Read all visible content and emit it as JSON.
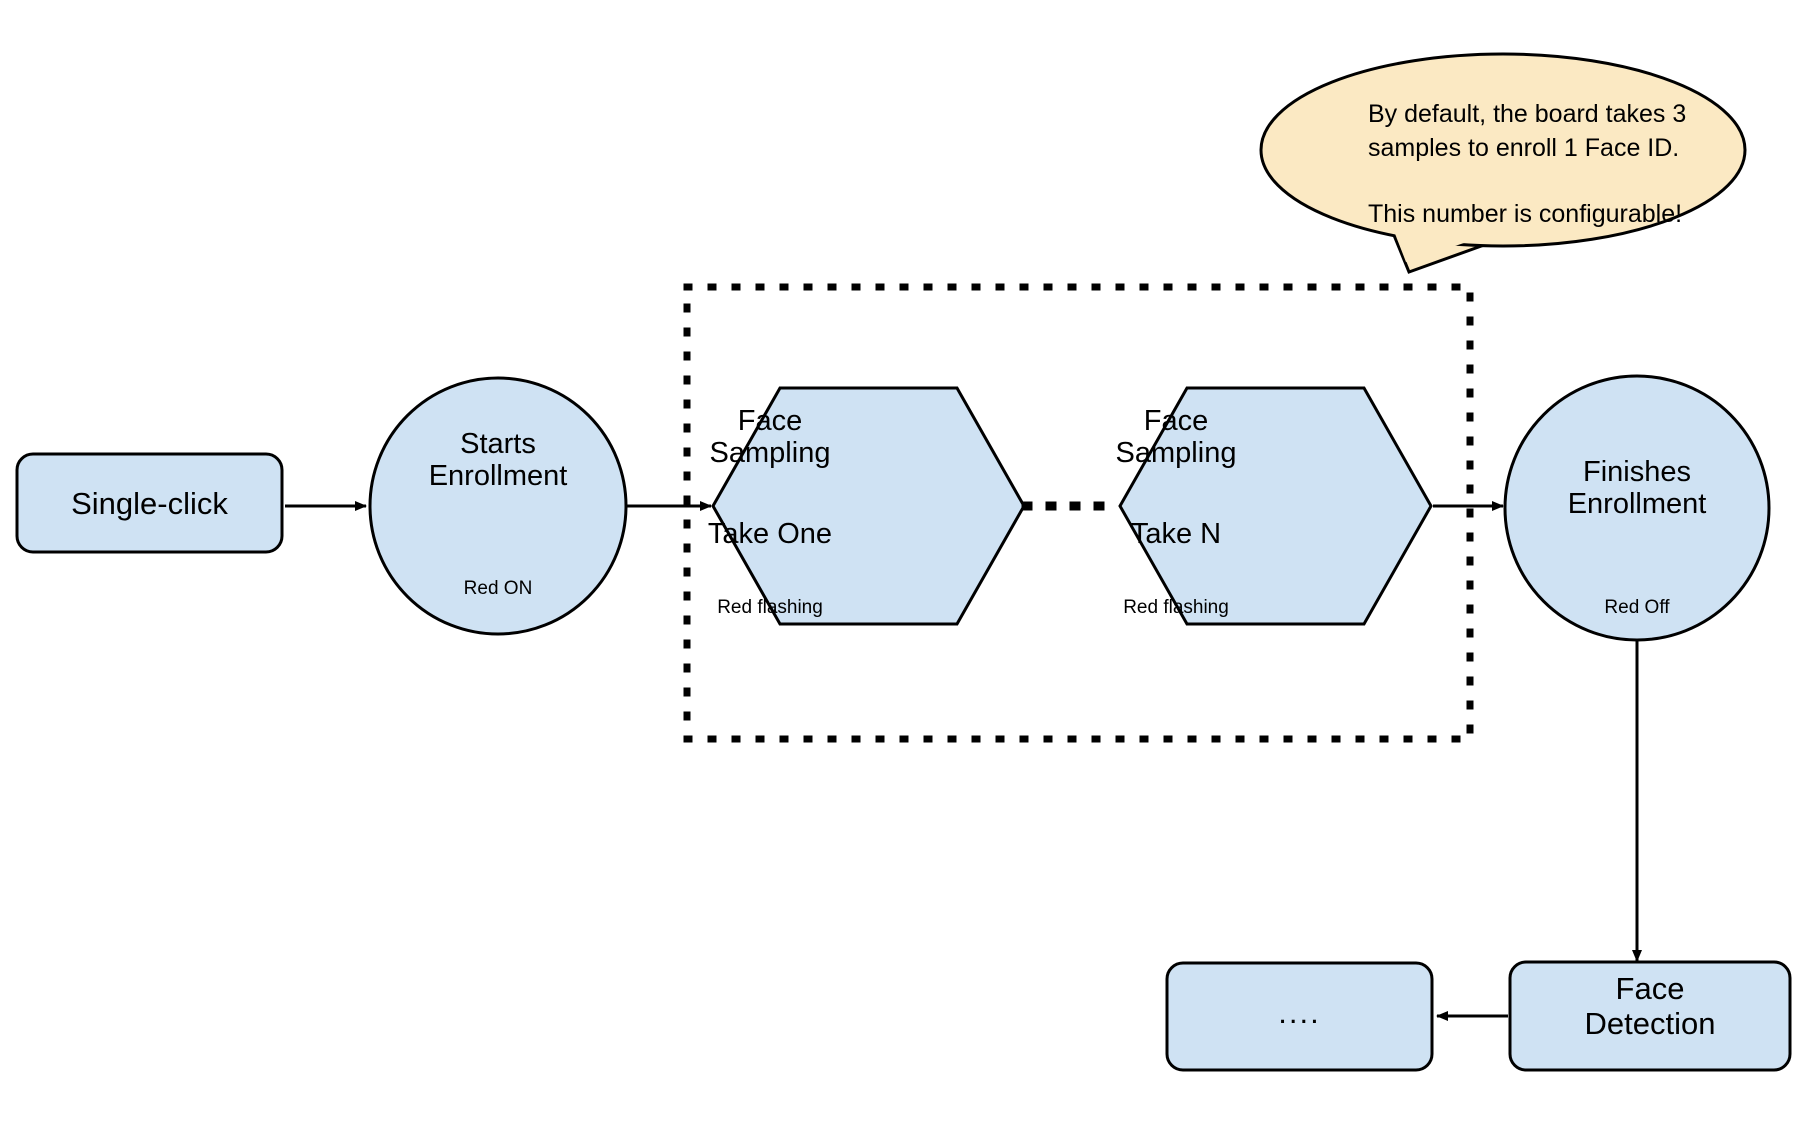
{
  "diagram": {
    "title": "Face Enrollment Flow",
    "colors": {
      "node_fill": "#cfe2f3",
      "node_stroke": "#000000",
      "callout_fill": "#fbe9c3",
      "callout_stroke": "#000000",
      "connector": "#000000",
      "background": "#ffffff"
    },
    "nodes": [
      {
        "id": "single-click",
        "shape": "rounded-rect",
        "label": "Single-click"
      },
      {
        "id": "starts-enrollment",
        "shape": "circle",
        "label": "Starts\nEnrollment",
        "status": "Red ON"
      },
      {
        "id": "face-sampling-take-one",
        "shape": "hexagon",
        "label_top": "Face\nSampling",
        "label_mid": "Take One",
        "status": "Red flashing"
      },
      {
        "id": "face-sampling-take-n",
        "shape": "hexagon",
        "label_top": "Face\nSampling",
        "label_mid": "Take N",
        "status": "Red flashing"
      },
      {
        "id": "finishes-enrollment",
        "shape": "circle",
        "label": "Finishes\nEnrollment",
        "status": "Red Off"
      },
      {
        "id": "face-detection",
        "shape": "rounded-rect",
        "label": "Face\nDetection"
      },
      {
        "id": "ellipsis-box",
        "shape": "rounded-rect",
        "label": "...."
      }
    ],
    "callout": {
      "line1": "By default, the board takes 3",
      "line2": "samples to enroll 1 Face ID.",
      "line3": "This number is configurable!"
    },
    "group_box": {
      "style": "dotted",
      "label": ""
    },
    "ellipsis_connector": "...."
  }
}
